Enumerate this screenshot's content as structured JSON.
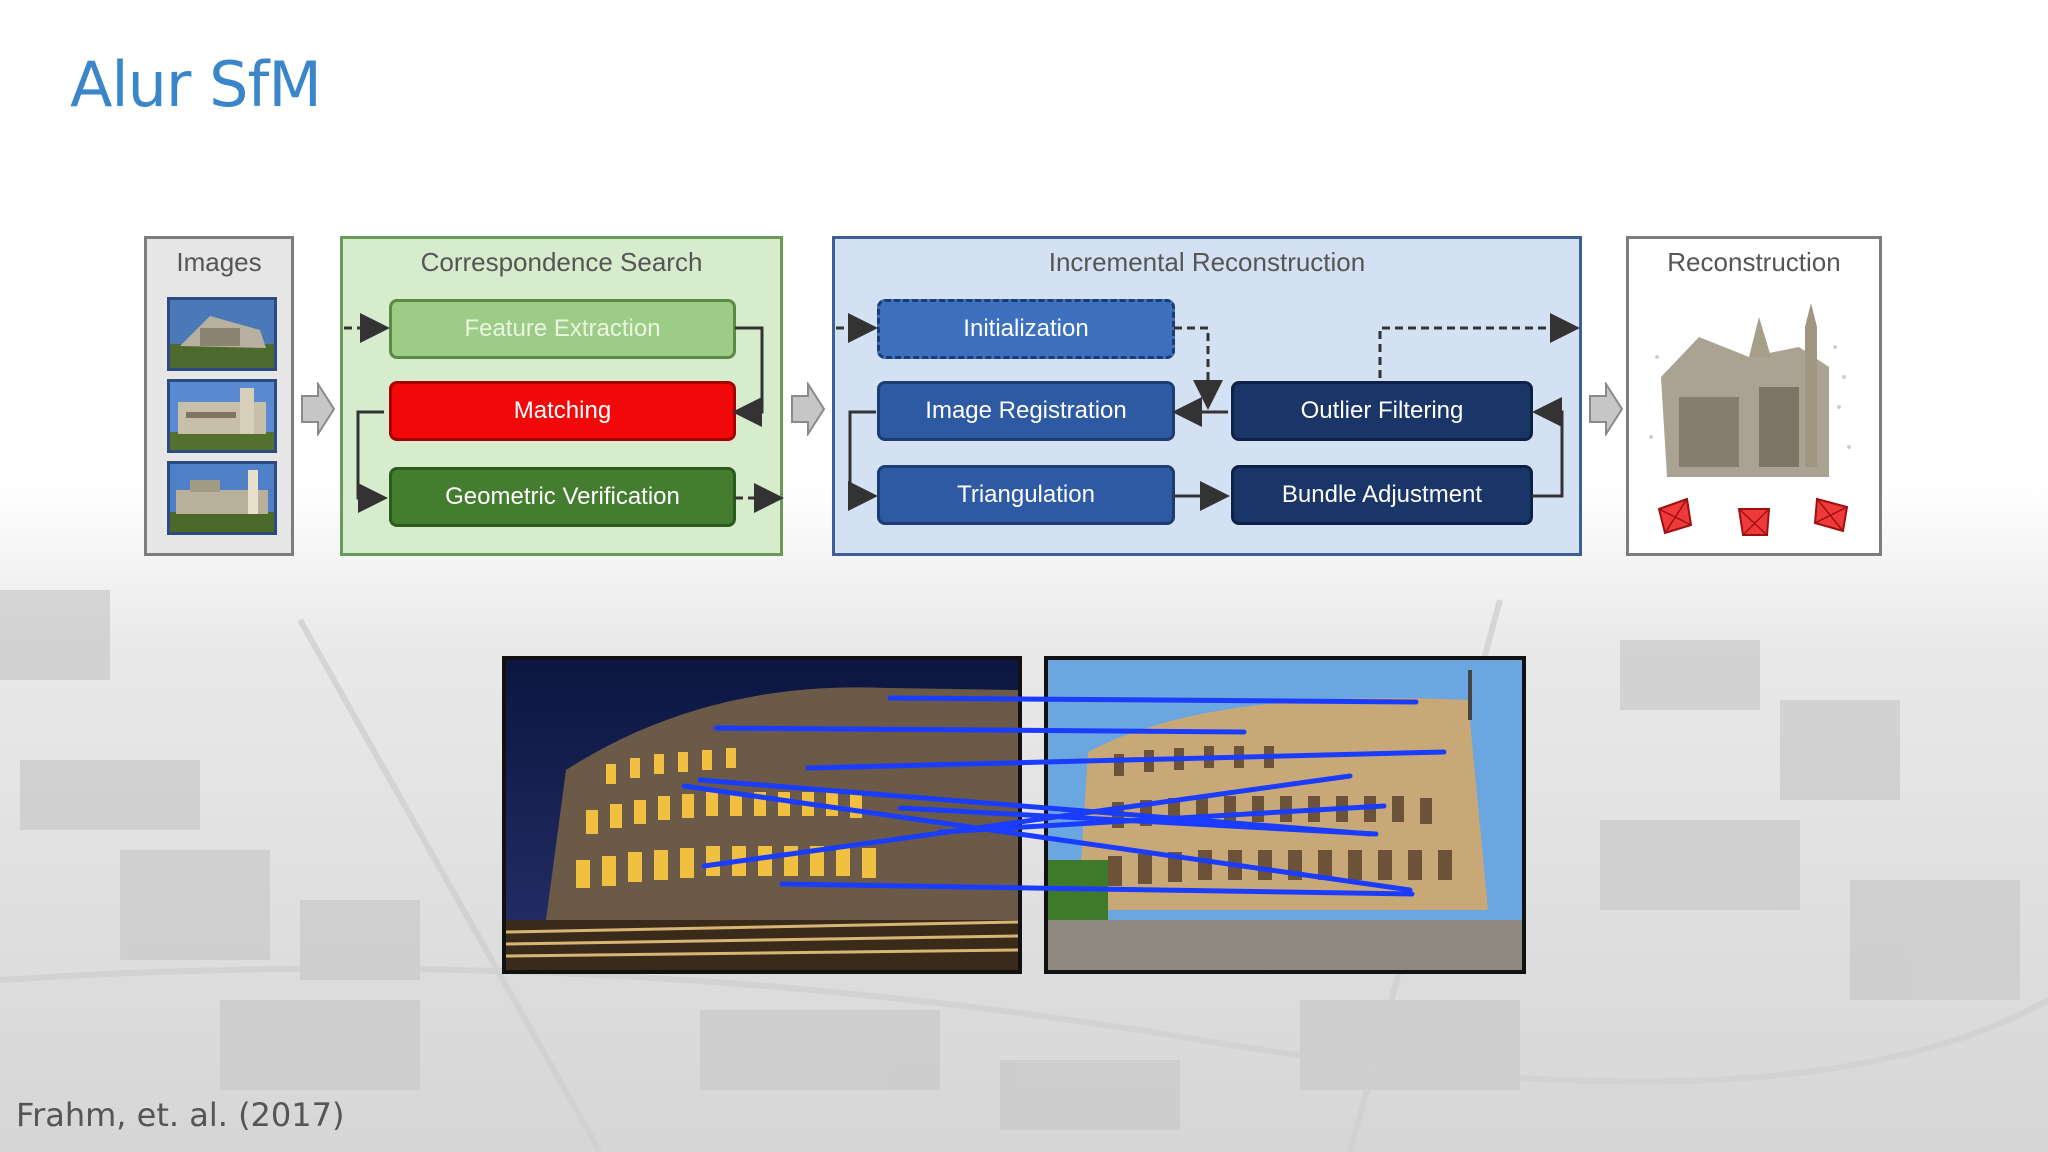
{
  "slide": {
    "title": "Alur SfM",
    "citation": "Frahm, et. al. (2017)"
  },
  "pipeline": {
    "images": {
      "title": "Images"
    },
    "correspondence_search": {
      "title": "Correspondence Search",
      "steps": [
        "Feature Extraction",
        "Matching",
        "Geometric Verification"
      ]
    },
    "incremental_reconstruction": {
      "title": "Incremental Reconstruction",
      "steps": {
        "initialization": "Initialization",
        "image_registration": "Image Registration",
        "triangulation": "Triangulation",
        "outlier_filtering": "Outlier Filtering",
        "bundle_adjustment": "Bundle Adjustment"
      }
    },
    "reconstruction": {
      "title": "Reconstruction"
    }
  },
  "colors": {
    "title": "#3a86c8",
    "matching_highlight": "#f20808",
    "match_lines": "#1a3cff"
  }
}
